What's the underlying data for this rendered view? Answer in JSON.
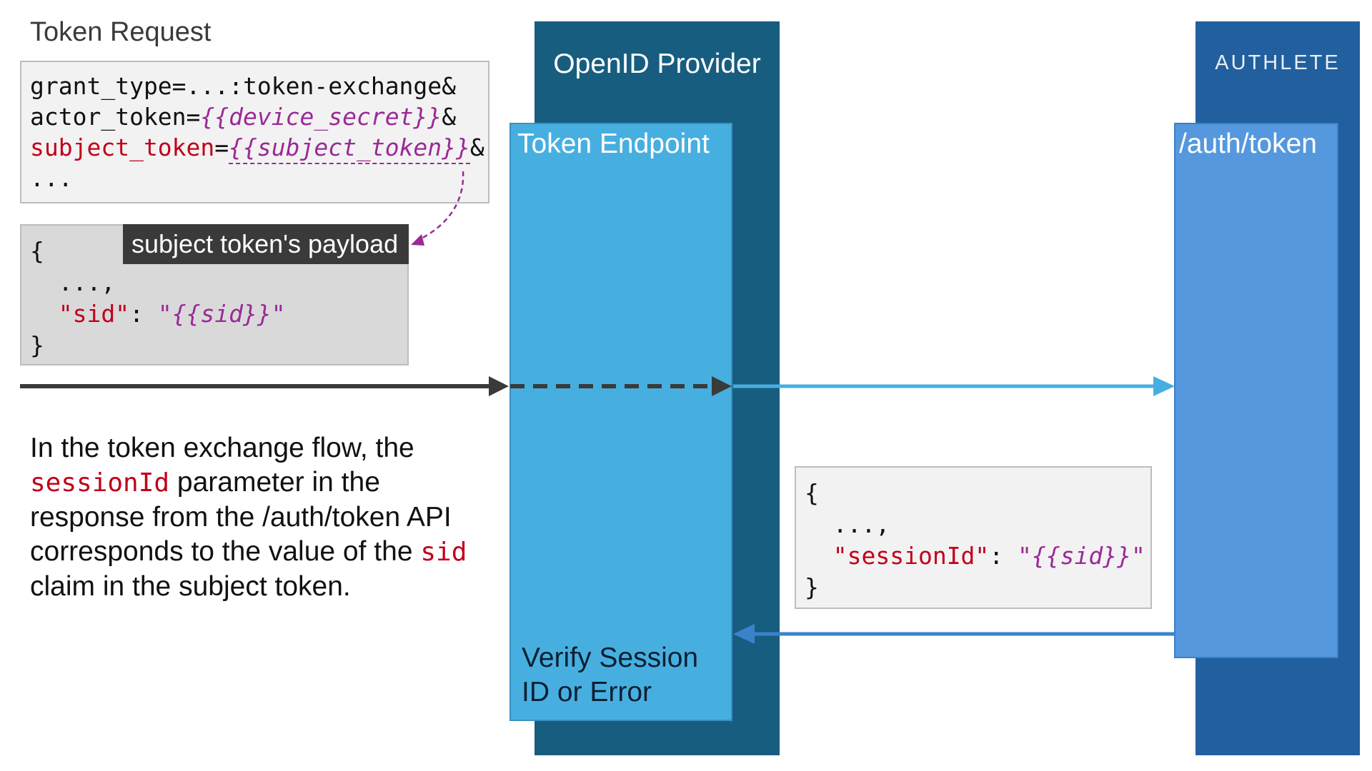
{
  "request": {
    "title": "Token Request",
    "line1": "grant_type=...:token-exchange&",
    "line2_key": "actor_token=",
    "line2_val": "{{device_secret}}",
    "line2_tail": "&",
    "line3_key": "subject_token",
    "line3_eq": "=",
    "line3_val": "{{subject_token}}",
    "line3_tail": "&",
    "line4": "..."
  },
  "payload": {
    "label": "subject token's payload",
    "open": "{",
    "ellipsis": "  ...,",
    "key": "\"sid\"",
    "colon": ": ",
    "value": "\"{{sid}}\"",
    "close": "}"
  },
  "openid_provider": {
    "title": "OpenID Provider",
    "endpoint_label": "Token Endpoint",
    "verify_label": "Verify Session ID or Error"
  },
  "authlete": {
    "title": "AUTHLETE",
    "endpoint_label": "/auth/token"
  },
  "explanation": {
    "part1": "In the token exchange flow, the ",
    "code1": "sessionId",
    "part2": " parameter in the response from the /auth/token API corresponds to the value of the ",
    "code2": "sid",
    "part3": " claim in the subject token."
  },
  "response": {
    "open": "{",
    "ellipsis": "  ...,",
    "key": "\"sessionId\"",
    "colon": ": ",
    "value": "\"{{sid}}\"",
    "close": "}"
  },
  "colors": {
    "provider_dark": "#175d80",
    "token_endpoint": "#47afe0",
    "authlete_dark": "#215f9e",
    "auth_token": "#5598dd",
    "code_red": "#c0001a",
    "code_purple": "#9a2a97"
  }
}
